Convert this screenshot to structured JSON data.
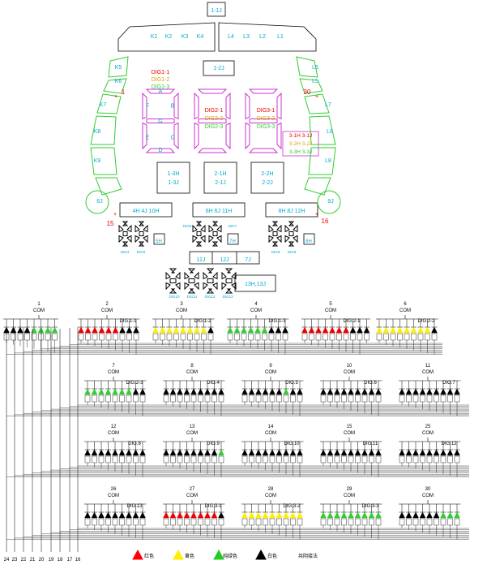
{
  "top_panel": {
    "box_top": "1-1J",
    "left_keys": [
      "K1",
      "K2",
      "K3",
      "K4"
    ],
    "right_keys": [
      "L4",
      "L3",
      "L2",
      "L1"
    ],
    "box_mid": "1-2J",
    "left_arc_keys": [
      "K5",
      "K6",
      "K7",
      "K8",
      "K9"
    ],
    "right_arc_keys": [
      "L6",
      "L5",
      "L7",
      "L8",
      "L8"
    ],
    "knob_left": "6J",
    "knob_right": "9J",
    "dig1_labels": [
      "DIG1-1",
      "DIG1-2",
      "DIG1-3"
    ],
    "dig2_labels": [
      "DIG2-1",
      "DIG2-2",
      "DIG2-3"
    ],
    "dig3_labels": [
      "DIG3-1",
      "DIG3-2",
      "DIG3-3"
    ],
    "segment_letters": [
      "A",
      "F",
      "B",
      "G",
      "E",
      "C",
      "D"
    ],
    "right_box_lines": [
      "3-1H 3-1J",
      "3-2H 3-2J",
      "3-3H 3-3J"
    ],
    "box_13": [
      "1-3H",
      "1-3J"
    ],
    "box_21": [
      "2-1H",
      "2-1J"
    ],
    "box_22": [
      "2-2H",
      "2-2J"
    ],
    "bar_left": "4H  4J  10H",
    "bar_mid": "6H  6J  11H",
    "bar_right": "8H  8J  12H",
    "marks": [
      "1",
      "30",
      "15",
      "16"
    ],
    "small_digit_boxes": [
      "5H",
      "7H",
      "8H"
    ],
    "small_digit_labels": [
      "DIG4",
      "DIG5",
      "DIG6",
      "DIG7",
      "DIG8",
      "DIG9"
    ],
    "bar_bottom": [
      "11J",
      "12J",
      "7J"
    ],
    "box_13h": "13H,13J",
    "bottom_digit_labels": [
      "DIG10",
      "DIG11",
      "DIG12",
      "DIG13"
    ]
  },
  "wiring": {
    "com_word": "COM",
    "groups_row1": [
      {
        "num": "1",
        "dig": ""
      },
      {
        "num": "2",
        "dig": "DIG.1-1"
      },
      {
        "num": "3",
        "dig": "DIG.1-2"
      },
      {
        "num": "4",
        "dig": "DIG.1-3"
      },
      {
        "num": "5",
        "dig": "DIG.2-1"
      },
      {
        "num": "6",
        "dig": "DIG.2-2"
      }
    ],
    "groups_row2": [
      {
        "num": "7",
        "dig": "DIG.2-3"
      },
      {
        "num": "8",
        "dig": "DIG.4"
      },
      {
        "num": "9",
        "dig": "DIG.5"
      },
      {
        "num": "10",
        "dig": "DIG.6"
      },
      {
        "num": "11",
        "dig": "DIG.7"
      }
    ],
    "groups_row3": [
      {
        "num": "12",
        "dig": "DIG.8"
      },
      {
        "num": "13",
        "dig": "DIG.9"
      },
      {
        "num": "14",
        "dig": "DIG.10"
      },
      {
        "num": "15",
        "dig": "DIG.11"
      },
      {
        "num": "25",
        "dig": "DIG.12"
      }
    ],
    "groups_row4": [
      {
        "num": "26",
        "dig": "DIG.13"
      },
      {
        "num": "27",
        "dig": "DIG.3-1"
      },
      {
        "num": "28",
        "dig": "DIG.3-2"
      },
      {
        "num": "29",
        "dig": "DIG.3-3"
      },
      {
        "num": "30",
        "dig": ""
      }
    ],
    "pins": [
      "24",
      "23",
      "22",
      "21",
      "20",
      "19",
      "18",
      "17",
      "16"
    ]
  },
  "legend": [
    {
      "label": "红色",
      "color": "#ff0000"
    },
    {
      "label": "黄色",
      "color": "#ffee00"
    },
    {
      "label": "纯绿色",
      "color": "#22cc22"
    },
    {
      "label": "白色",
      "color": "#000000"
    },
    {
      "label": "共阴接法",
      "color": ""
    }
  ],
  "colors": {
    "cyan": "#00aacc",
    "magenta": "#cc33cc",
    "green": "#33cc33",
    "red": "#ee0000",
    "yellow": "#ffee00",
    "orange": "#e0a000"
  }
}
